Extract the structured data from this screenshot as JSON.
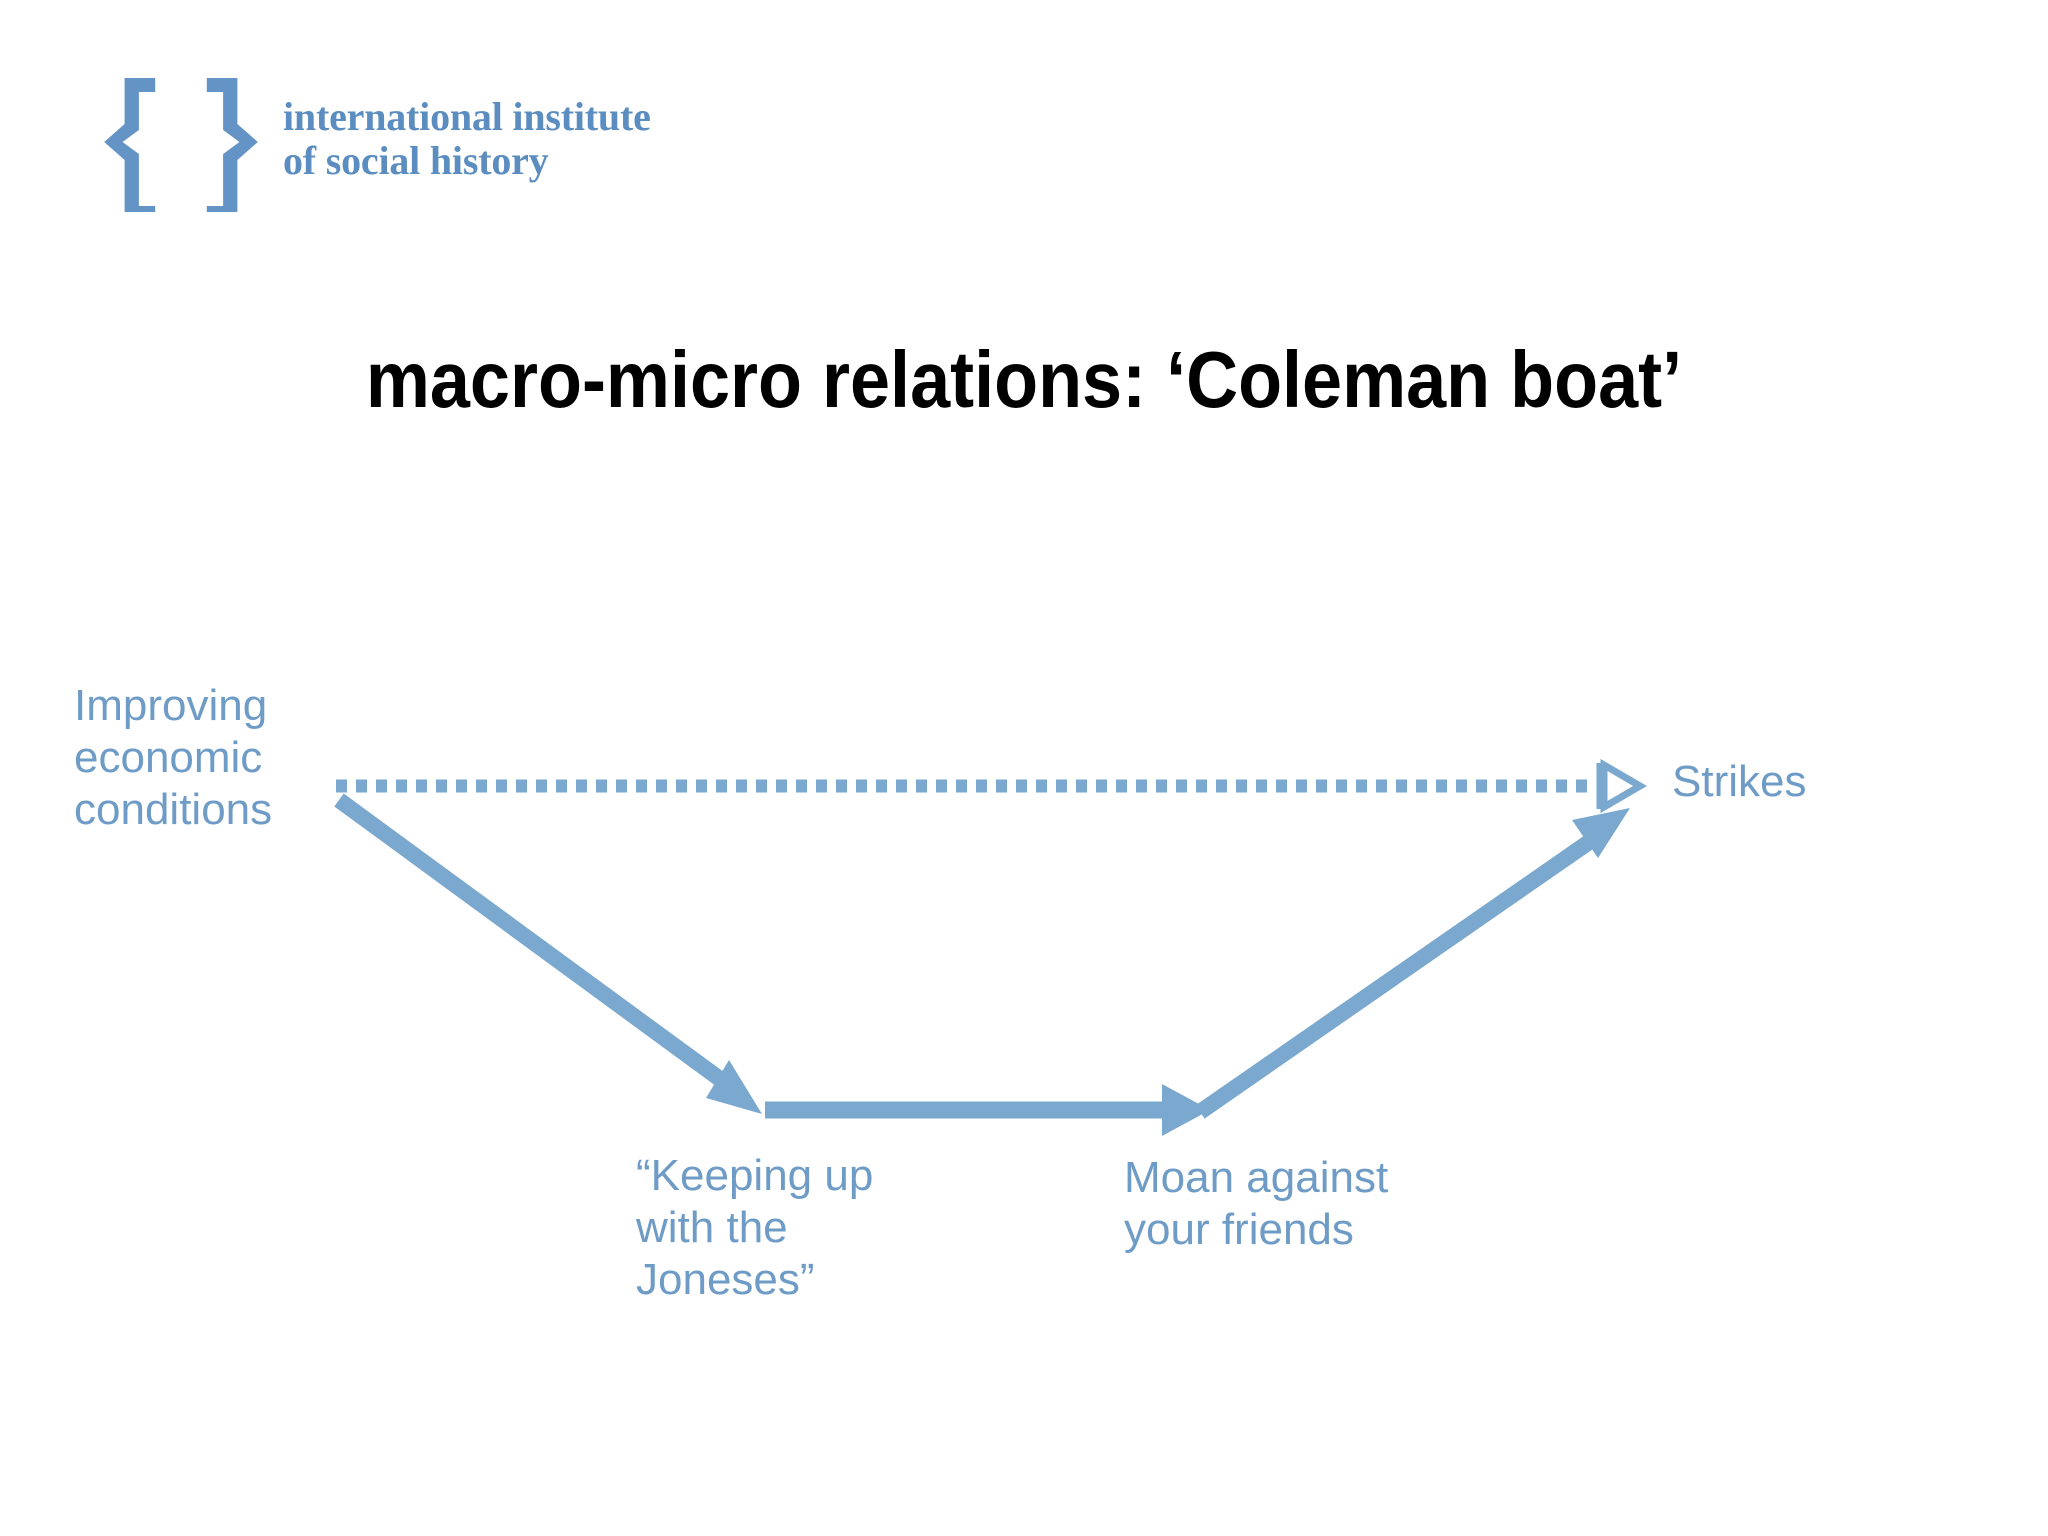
{
  "slide": {
    "background_color": "#ffffff",
    "title": "macro-micro relations: ‘Coleman boat’"
  },
  "logo": {
    "name": "international institute of social history",
    "line1": "international institute",
    "line2": "of social history",
    "color": "#5b8dc0",
    "left_bracket_icon": "left-curly-bracket-icon",
    "right_bracket_icon": "right-curly-bracket-icon"
  },
  "diagram": {
    "type": "coleman-boat",
    "accent_color": "#7aa8cf",
    "label_color": "#6e9cc6",
    "nodes": [
      {
        "id": "macro-cause",
        "label": "Improving\neconomic\nconditions",
        "level": "macro",
        "position": "top-left"
      },
      {
        "id": "macro-effect",
        "label": "Strikes",
        "level": "macro",
        "position": "top-right"
      },
      {
        "id": "micro-cause",
        "label": "“Keeping up\nwith the\nJoneses”",
        "level": "micro",
        "position": "bottom-left"
      },
      {
        "id": "micro-effect",
        "label": "Moan against\nyour friends",
        "level": "micro",
        "position": "bottom-right"
      }
    ],
    "arrows": [
      {
        "id": "macro-to-macro",
        "from": "macro-cause",
        "to": "macro-effect",
        "style": "dotted",
        "head": "open",
        "direction": "horizontal-right"
      },
      {
        "id": "macro-to-micro",
        "from": "macro-cause",
        "to": "micro-cause",
        "style": "solid",
        "head": "filled",
        "direction": "diagonal-down-right"
      },
      {
        "id": "micro-to-micro",
        "from": "micro-cause",
        "to": "micro-effect",
        "style": "solid",
        "head": "filled",
        "direction": "horizontal-right"
      },
      {
        "id": "micro-to-macro",
        "from": "micro-effect",
        "to": "macro-effect",
        "style": "solid",
        "head": "filled",
        "direction": "diagonal-up-right"
      }
    ]
  }
}
